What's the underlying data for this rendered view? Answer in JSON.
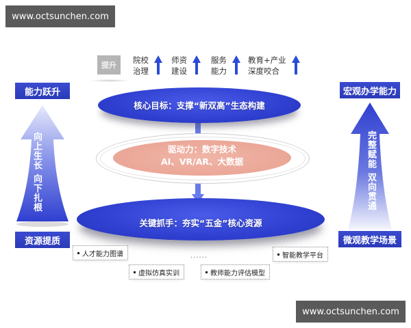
{
  "watermark": {
    "top": "www.octsunchen.com",
    "bottom": "www.octsunchen.com"
  },
  "header": {
    "tag": "提升",
    "items": [
      {
        "line1": "院校",
        "line2": "治理"
      },
      {
        "line1": "师资",
        "line2": "建设"
      },
      {
        "line1": "服务",
        "line2": "能力"
      },
      {
        "line1": "教育+产业",
        "line2": "深度咬合"
      }
    ]
  },
  "left": {
    "top_label": "能力跃升",
    "arrow_text": "向上生长 向下扎根",
    "bottom_label": "资源提质"
  },
  "right": {
    "top_label": "宏观办学能力",
    "arrow_text": "完整赋能 双向贯通",
    "bottom_label": "微观教学场景"
  },
  "center": {
    "core_goal": "核心目标：支撑“新双高”生态构建",
    "driver_line1": "驱动力：数字技术",
    "driver_line2": "AI、VR/AR、大数据",
    "key_lever": "关键抓手：夯实“五金”核心资源"
  },
  "resources": {
    "items": [
      "人才能力图谱",
      "虚拟仿真实训",
      "教师能力评估模型",
      "智能教学平台"
    ],
    "ellipsis": "......"
  },
  "colors": {
    "primary_blue": "#2f3fd0",
    "driver_pink": "#e8a090",
    "watermark_bg": "#5a5a5a",
    "tag_gray": "#b5b5b5"
  }
}
